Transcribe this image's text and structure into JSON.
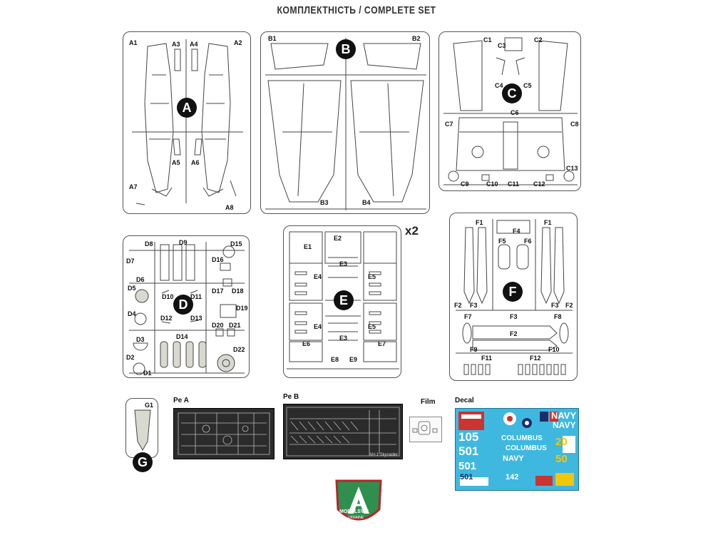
{
  "title": "КОМПЛЕКТНІСТЬ / COMPLETE SET",
  "sprue_a": {
    "letter": "A",
    "labels": [
      "A1",
      "A2",
      "A3",
      "A4",
      "A5",
      "A6",
      "A7",
      "A8"
    ]
  },
  "sprue_b": {
    "letter": "B",
    "labels": [
      "B1",
      "B2",
      "B3",
      "B4"
    ]
  },
  "sprue_c": {
    "letter": "C",
    "labels": [
      "C1",
      "C2",
      "C3",
      "C4",
      "C5",
      "C6",
      "C7",
      "C8",
      "C9",
      "C10",
      "C11",
      "C12",
      "C13"
    ]
  },
  "sprue_d": {
    "letter": "D",
    "labels": [
      "D1",
      "D2",
      "D3",
      "D4",
      "D5",
      "D6",
      "D7",
      "D8",
      "D9",
      "D10",
      "D11",
      "D12",
      "D13",
      "D14",
      "D15",
      "D16",
      "D17",
      "D18",
      "D19",
      "D20",
      "D21",
      "D22"
    ]
  },
  "sprue_e": {
    "letter": "E",
    "multiplier": "x2",
    "labels": [
      "E1",
      "E2",
      "E3",
      "E4",
      "E5",
      "E3",
      "E4",
      "E5",
      "E6",
      "E7",
      "E8",
      "E9"
    ]
  },
  "sprue_f": {
    "letter": "F",
    "labels": [
      "F1",
      "F1",
      "F2",
      "F2",
      "F3",
      "F3",
      "F4",
      "F5",
      "F6",
      "F7",
      "F3",
      "F8",
      "F2",
      "F9",
      "F10",
      "F11",
      "F12"
    ]
  },
  "sprue_g": {
    "letter": "G",
    "labels": [
      "G1"
    ]
  },
  "pe_a": {
    "label": "Pe A"
  },
  "pe_b": {
    "label": "Pe B",
    "caption": "AH-1 Skyraider"
  },
  "film": {
    "label": "Film"
  },
  "decal": {
    "label": "Decal",
    "texts": [
      "NAVY",
      "NAVY",
      "COLUMBUS",
      "COLUMBUS",
      "NAVY",
      "501",
      "501",
      "501",
      "105",
      "142",
      "20",
      "50"
    ]
  },
  "logo": {
    "text": "MODELSVIT",
    "subtext": "UKRAINE"
  }
}
